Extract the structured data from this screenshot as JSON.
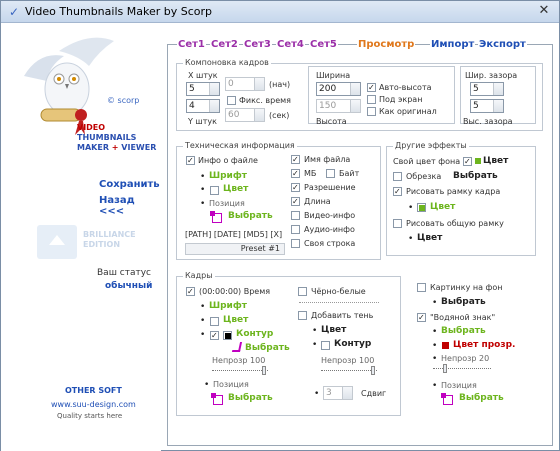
{
  "window": {
    "title": "Video Thumbnails Maker by Scorp",
    "close": "✕"
  },
  "left": {
    "scorp": "© scorp",
    "logo_l1": "VIDEO",
    "logo_l2": "THUMBNAILS",
    "logo_l3a": "MAKER",
    "logo_l3b": "+",
    "logo_l3c": "VIEWER",
    "save": "Сохранить",
    "back": "Назад <<<",
    "brill_1": "BRILLIANCE",
    "brill_2": "EDITION",
    "status_label": "Ваш статус",
    "status_value": "обычный",
    "other_soft": "OTHER SOFT",
    "site": "www.suu-design.com",
    "quality": "Quality starts here"
  },
  "tabs": {
    "set1": "Сет1",
    "set2": "Сет2",
    "set3": "Сет3",
    "set4": "Сет4",
    "set5": "Сет5",
    "preview": "Просмотр",
    "import": "Импорт",
    "export": "Экспорт"
  },
  "layout": {
    "title": "Компоновка кадров",
    "x_label": "Х штук",
    "x_value": "5",
    "y_value": "4",
    "y_label": "Y штук",
    "start_value": "0",
    "start_label": "(нач)",
    "fixed_time": "Фикс. время",
    "sec_value": "60",
    "sec_label": "(сек)",
    "width_label": "Ширина",
    "width_value": "200",
    "height_value": "150",
    "height_label": "Высота",
    "auto_height": "Авто-высота",
    "fit_screen": "Под экран",
    "as_original": "Как оригинал",
    "gap_w_label": "Шир. зазора",
    "gap_w_value": "5",
    "gap_h_value": "5",
    "gap_h_label": "Выс. зазора"
  },
  "tech": {
    "title": "Техническая информация",
    "file_info": "Инфо о файле",
    "font": "Шрифт",
    "color": "Цвет",
    "position": "Позиция",
    "choose": "Выбрать",
    "tokens": "[PATH] [DATE] [MD5] [X]",
    "preset": "Preset #1",
    "filename": "Имя файла",
    "mb": "МБ",
    "byte": "Байт",
    "resolution": "Разрешение",
    "length": "Длина",
    "video_info": "Видео-инфо",
    "audio_info": "Аудио-инфо",
    "own_line": "Своя строка"
  },
  "other": {
    "title": "Другие эффекты",
    "bg_color": "Свой цвет фона",
    "color": "Цвет",
    "crop": "Обрезка",
    "choose": "Выбрать",
    "draw_frame": "Рисовать рамку кадра",
    "frame_color": "Цвет",
    "draw_common": "Рисовать общую рамку",
    "common_color": "Цвет"
  },
  "frames": {
    "title": "Кадры",
    "time": "(00:00:00) Время",
    "font": "Шрифт",
    "color": "Цвет",
    "outline": "Контур",
    "choose1": "Выбрать",
    "opacity": "Непрозр 100",
    "position": "Позиция",
    "choose2": "Выбрать",
    "bw": "Чёрно-белые",
    "add_shadow": "Добавить тень",
    "shadow_color": "Цвет",
    "shadow_outline": "Контур",
    "shadow_opacity": "Непрозр 100",
    "shift_value": "3",
    "shift_label": "Сдвиг"
  },
  "side": {
    "pic_bg": "Картинку на фон",
    "choose": "Выбрать",
    "watermark": "\"Водяной знак\"",
    "wm_choose": "Выбрать",
    "wm_color": "Цвет прозр.",
    "opacity": "Непрозр 20",
    "position": "Позиция",
    "choose2": "Выбрать"
  }
}
